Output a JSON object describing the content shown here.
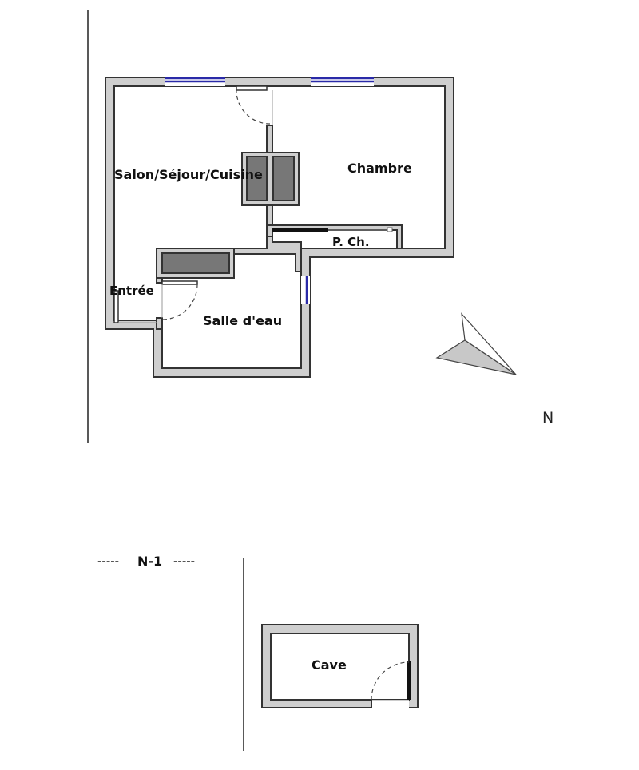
{
  "rooms": {
    "salon": "Salon/Séjour/Cuisine",
    "chambre": "Chambre",
    "placard": "P. Ch.",
    "entree": "Entrée",
    "salle_eau": "Salle d'eau",
    "cave": "Cave"
  },
  "north": "N",
  "level": {
    "name": "N-1",
    "dash_left": "-----",
    "dash_right": "-----"
  },
  "colors": {
    "wall_fill": "#cfcfcf",
    "wall_stroke": "#333333",
    "window": "#2a2aa8",
    "cabinet": "#777777"
  }
}
